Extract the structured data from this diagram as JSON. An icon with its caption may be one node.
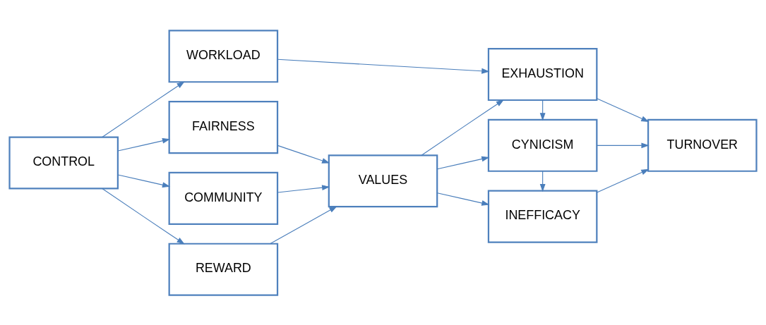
{
  "diagram": {
    "nodes": [
      {
        "text": [
          "CONTROL"
        ]
      },
      {
        "text": [
          "WORKLOAD"
        ]
      },
      {
        "text": [
          "FAIRNESS"
        ]
      },
      {
        "text": [
          "COMMUNITY"
        ]
      },
      {
        "text": [
          "REWARD"
        ]
      },
      {
        "text": [
          "VALUES"
        ]
      },
      {
        "text": [
          "EXHAUSTION"
        ]
      },
      {
        "text": [
          "CYNICISM"
        ]
      },
      {
        "text": [
          "INEFFICACY"
        ]
      },
      {
        "text": [
          "TURNOVER"
        ]
      }
    ],
    "edges": [
      {
        "from": 0,
        "to": 1,
        "arrow": "to"
      },
      {
        "from": 0,
        "to": 2,
        "arrow": "to"
      },
      {
        "from": 0,
        "to": 3,
        "arrow": "to"
      },
      {
        "from": 0,
        "to": 4,
        "arrow": "to"
      },
      {
        "from": 1,
        "to": 6,
        "arrow": "to"
      },
      {
        "from": 2,
        "to": 5,
        "arrow": "to"
      },
      {
        "from": 3,
        "to": 5,
        "arrow": "to"
      },
      {
        "from": 4,
        "to": 5,
        "arrow": "to"
      },
      {
        "from": 5,
        "to": 6,
        "arrow": "to"
      },
      {
        "from": 5,
        "to": 7,
        "arrow": "to"
      },
      {
        "from": 5,
        "to": 8,
        "arrow": "to"
      },
      {
        "from": 6,
        "to": 7,
        "arrow": "to"
      },
      {
        "from": 7,
        "to": 8,
        "arrow": "to"
      },
      {
        "from": 6,
        "to": 9,
        "arrow": "to"
      },
      {
        "from": 7,
        "to": 9,
        "arrow": "to"
      },
      {
        "from": 8,
        "to": 9,
        "arrow": "to"
      }
    ]
  }
}
